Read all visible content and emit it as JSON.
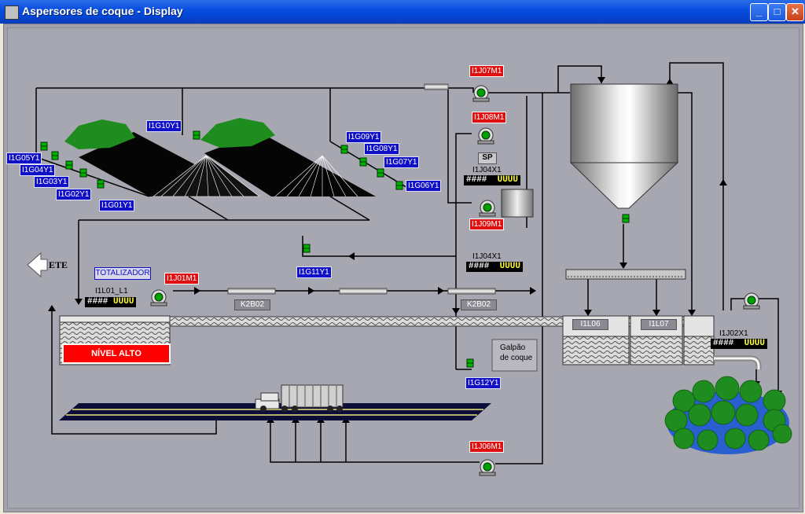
{
  "window": {
    "title": "Aspersores de coque - Display",
    "minimize": "_",
    "maximize": "□",
    "close": "✕"
  },
  "colors": {
    "blue_tag": "#1010c8",
    "red_tag": "#e01010",
    "alarm_red": "#ff0000",
    "led_yellow": "#ffff33",
    "led_white": "#ffffff",
    "valve_green": "#00a000",
    "tree_green": "#1e8c1e"
  },
  "sprinklers": {
    "I1G05Y1": "I1G05Y1",
    "I1G04Y1": "I1G04Y1",
    "I1G03Y1": "I1G03Y1",
    "I1G02Y1": "I1G02Y1",
    "I1G01Y1": "I1G01Y1",
    "I1G10Y1": "I1G10Y1",
    "I1G09Y1": "I1G09Y1",
    "I1G08Y1": "I1G08Y1",
    "I1G07Y1": "I1G07Y1",
    "I1G06Y1": "I1G06Y1",
    "I1G11Y1": "I1G11Y1",
    "I1G12Y1": "I1G12Y1"
  },
  "pumps": {
    "I1J07M1": "I1J07M1",
    "I1J08M1": "I1J08M1",
    "I1J09M1": "I1J09M1",
    "I1J01M1": "I1J01M1",
    "I1J06M1": "I1J06M1"
  },
  "instruments": {
    "sp": "SP",
    "j04x1_top_label": "I1J04X1",
    "j04x1_top_hash": "####",
    "j04x1_top_unit": "UUUU",
    "j04x1_mid_label": "I1J04X1",
    "j04x1_mid_hash": "####",
    "j04x1_mid_unit": "UUUU",
    "l01_label": "I1L01_L1",
    "l01_hash": "####",
    "l01_unit": "UUUU",
    "j02x1_label": "I1J02X1",
    "j02x1_hash": "####",
    "j02x1_unit": "UUUU"
  },
  "labels": {
    "ete": "ETE",
    "totalizador": "TOTALIZADOR",
    "k2b02_a": "K2B02",
    "k2b02_b": "K2B02",
    "nivel_alto": "NÍVEL ALTO",
    "l06": "I1L06",
    "l07": "I1L07",
    "galpao_1": "Galpão",
    "galpao_2": "de coque"
  }
}
